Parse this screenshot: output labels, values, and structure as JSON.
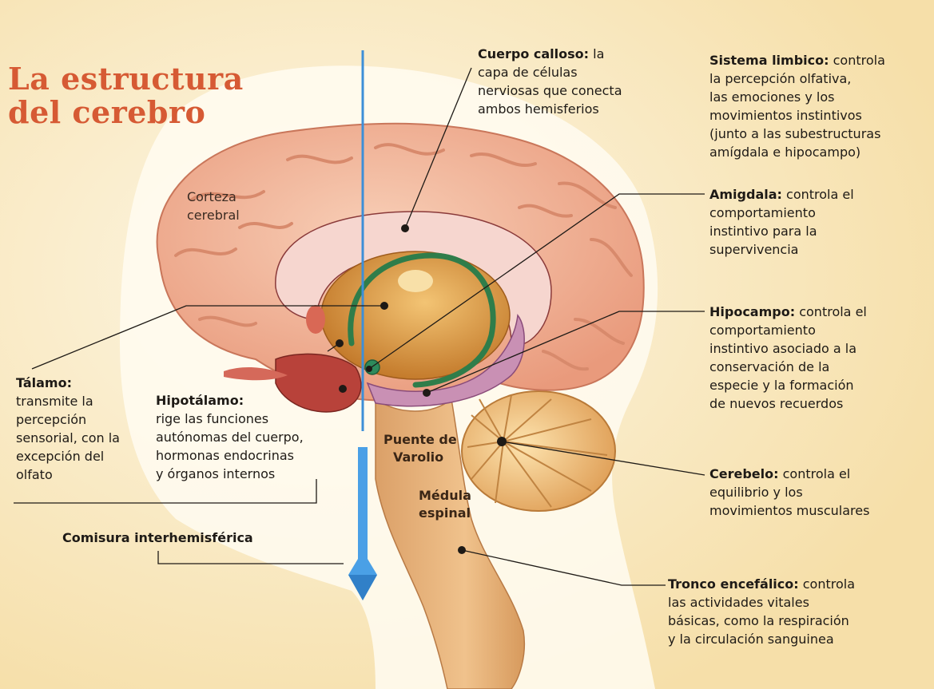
{
  "title": {
    "line1": "La estructura",
    "line2": "del cerebro"
  },
  "labels": {
    "cuerpo_calloso": {
      "term": "Cuerpo calloso:",
      "lines": [
        "la",
        "capa de células",
        "nerviosas que conecta",
        "ambos hemisferios"
      ]
    },
    "sistema_limbico": {
      "term": "Sistema limbico:",
      "lines": [
        "controla",
        "la percepción olfativa,",
        "las emociones y los",
        "movimientos instintivos",
        "(junto a las subestructuras",
        "amígdala e hipocampo)"
      ]
    },
    "amigdala": {
      "term": "Amigdala:",
      "lines": [
        "controla el",
        "comportamiento",
        "instintivo para la",
        "supervivencia"
      ]
    },
    "hipocampo": {
      "term": "Hipocampo:",
      "lines": [
        "controla el",
        "comportamiento",
        "instintivo asociado a la",
        "conservación de la",
        "especie y la formación",
        "de nuevos recuerdos"
      ]
    },
    "cerebelo": {
      "term": "Cerebelo:",
      "lines": [
        "controla el",
        "equilibrio y los",
        "movimientos musculares"
      ]
    },
    "tronco": {
      "term": "Tronco encefálico:",
      "lines": [
        "controla",
        "las actividades vitales",
        "básicas, como la respiración",
        "y la circulación sanguinea"
      ]
    },
    "talamo": {
      "term": "Tálamo:",
      "lines": [
        "transmite la",
        "percepción",
        "sensorial, con la",
        "excepción del",
        "olfato"
      ]
    },
    "hipotalamo": {
      "term": "Hipotálamo:",
      "lines": [
        "rige las funciones",
        "autónomas del cuerpo,",
        "hormonas endocrinas",
        "y órganos internos"
      ]
    },
    "comisura": {
      "term": "Comisura interhemisférica"
    },
    "corteza": {
      "lines": [
        "Corteza",
        "cerebral"
      ]
    },
    "puente": {
      "lines": [
        "Puente de",
        "Varolio"
      ]
    },
    "medula": {
      "lines": [
        "Médula",
        "espinal"
      ]
    }
  },
  "colors": {
    "title": "#d65a34",
    "background": "#fbf0d4",
    "cortex": "#f2b89c",
    "corpus_callosum": "#f6d6cf",
    "thalamus": "#e2a14a",
    "limbic_ring": "#2f7d4a",
    "hippocampus": "#c990b4",
    "cerebellum": "#f1c98a",
    "brainstem": "#e7b57e",
    "axis_arrow": "#3d8fd8"
  }
}
